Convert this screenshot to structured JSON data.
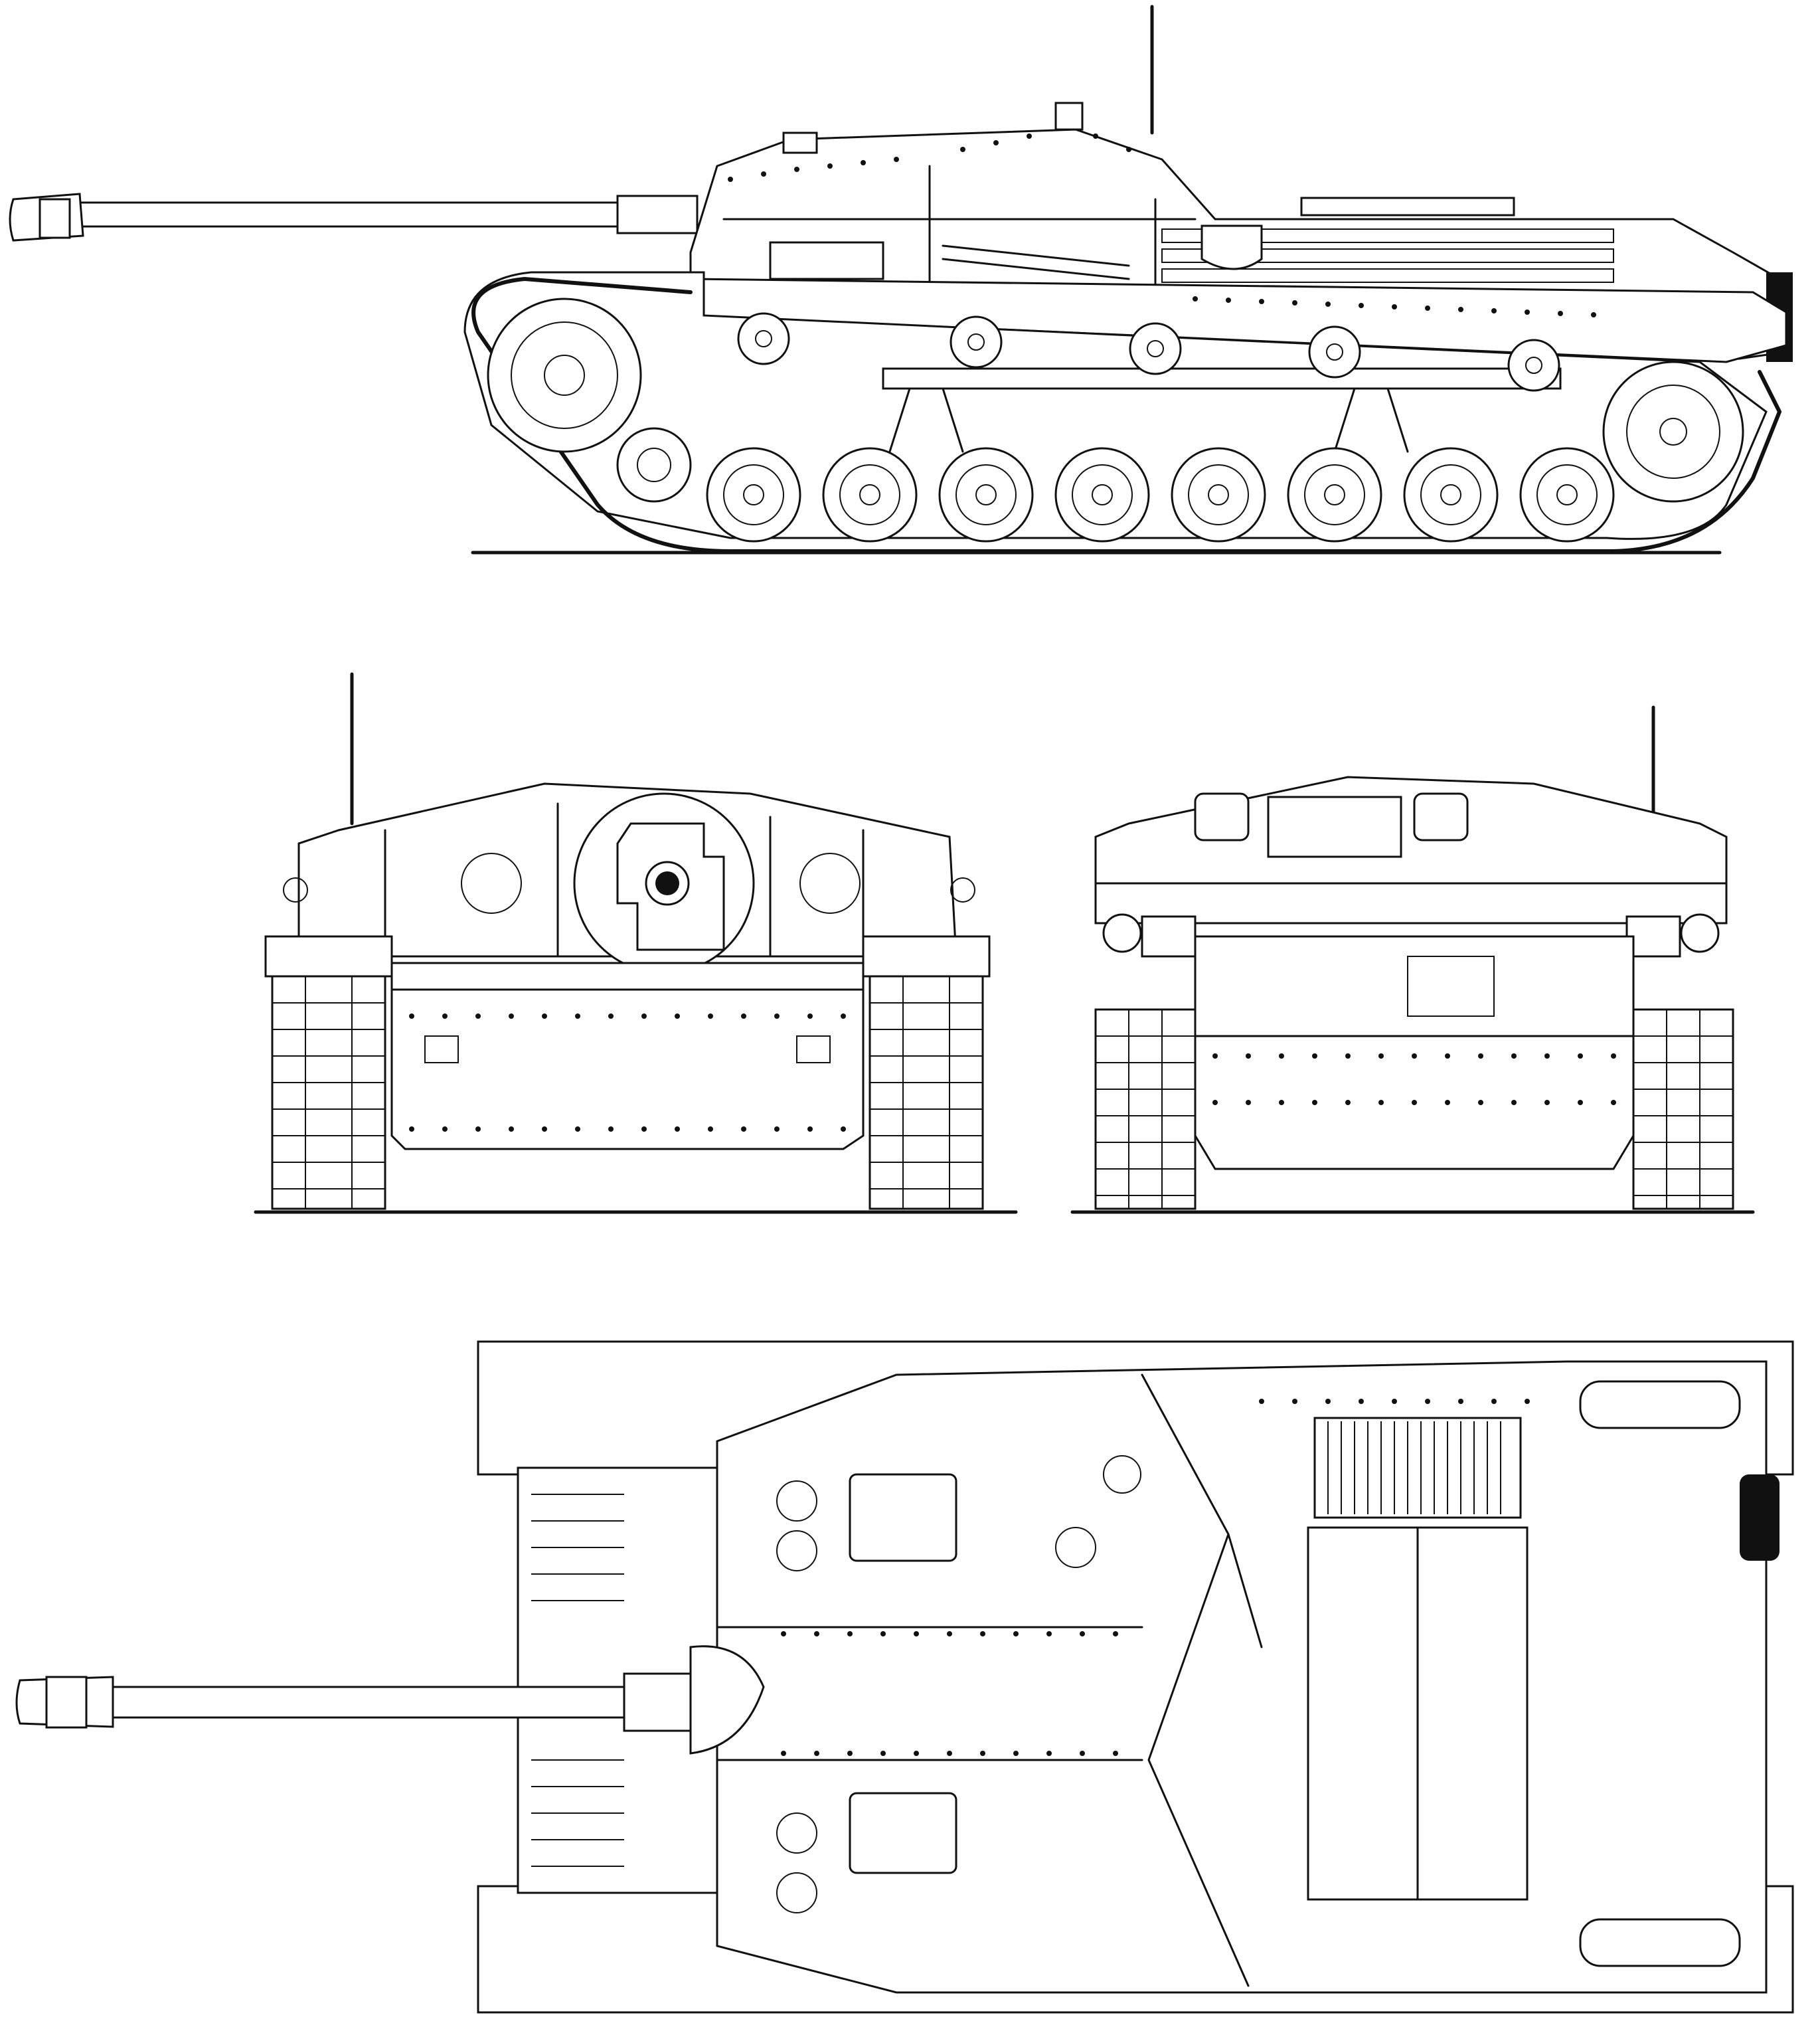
{
  "colors": {
    "ink": "#111111",
    "paper": "#ffffff"
  },
  "views": [
    {
      "id": "side",
      "label": ""
    },
    {
      "id": "front",
      "label": ""
    },
    {
      "id": "rear",
      "label": ""
    },
    {
      "id": "top",
      "label": ""
    }
  ],
  "side": {
    "road_wheel_count": 8,
    "return_roller_count": 5
  }
}
